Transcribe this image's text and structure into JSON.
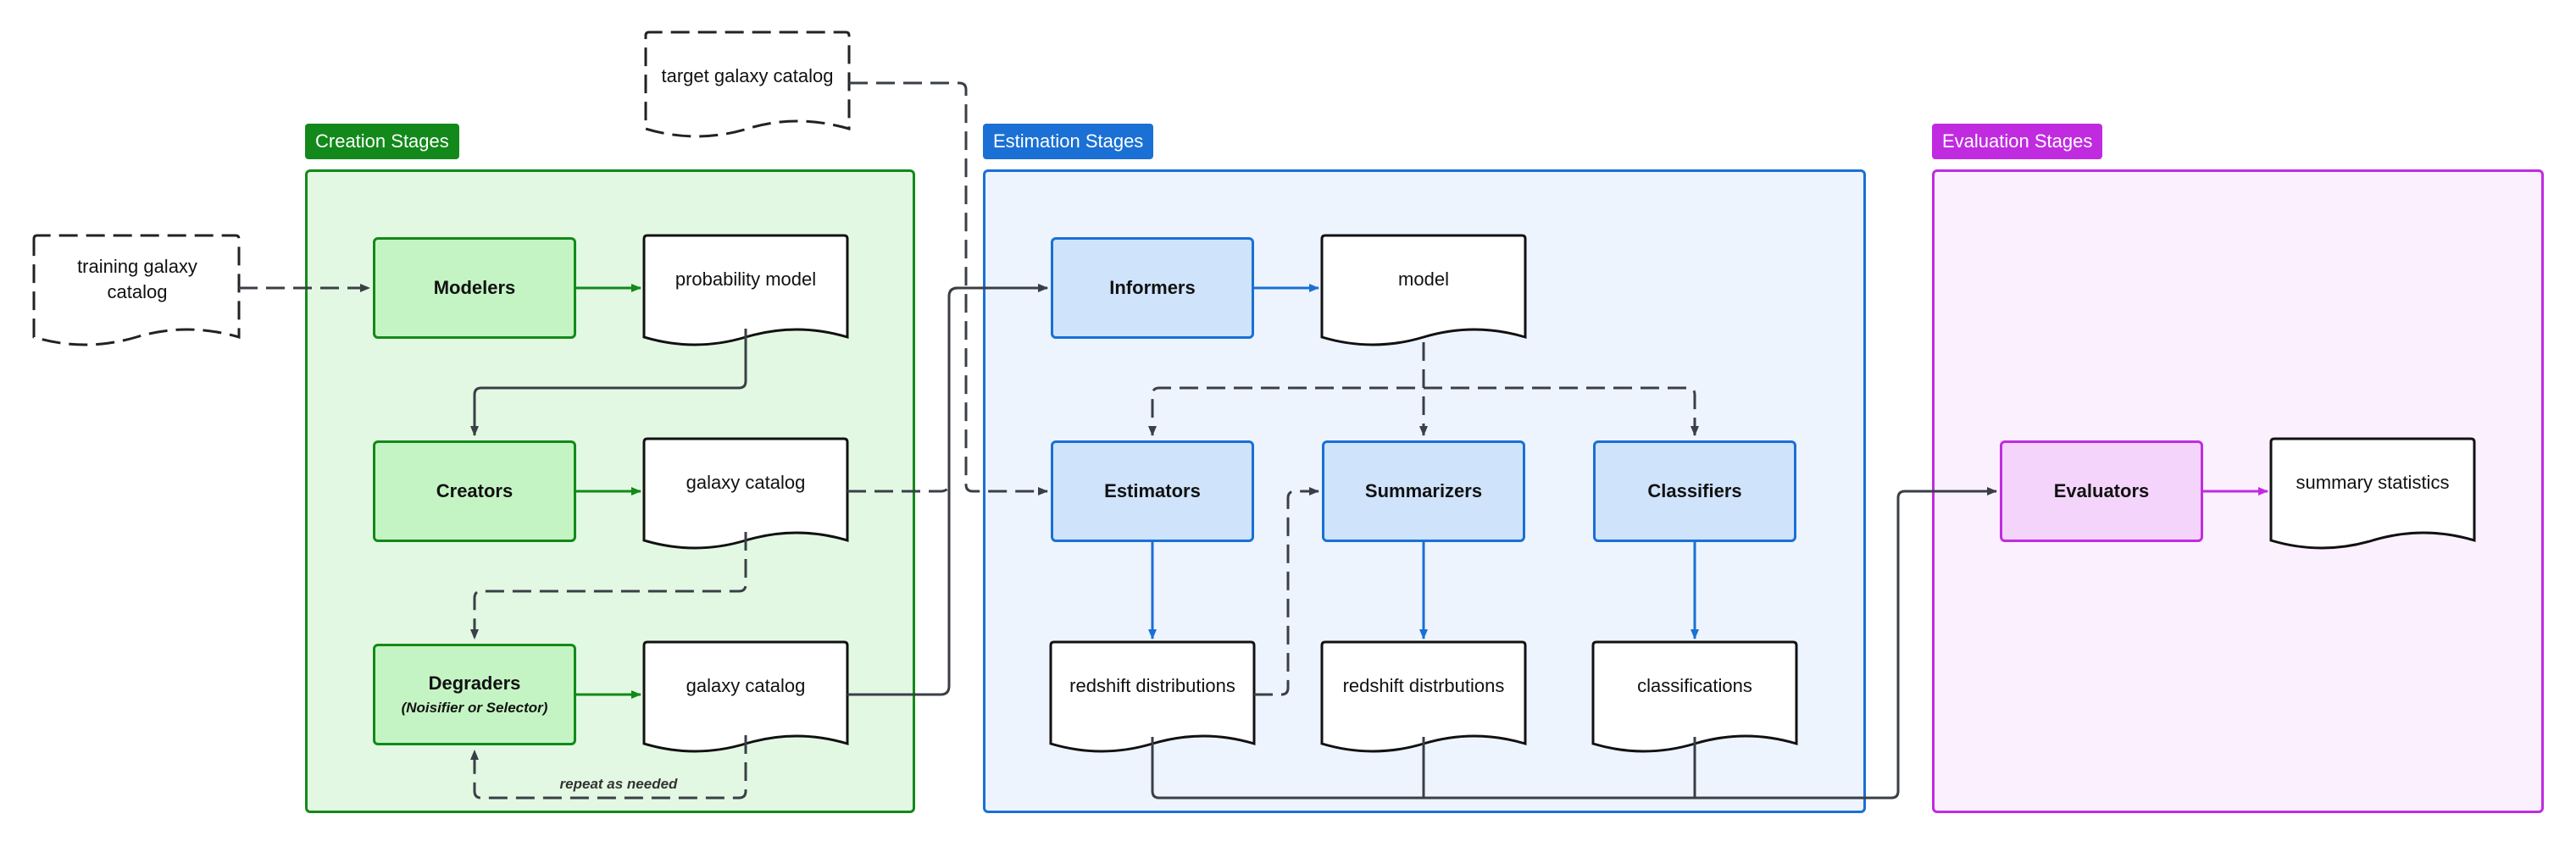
{
  "groups": {
    "creation": {
      "label": "Creation Stages",
      "color": "#12891a",
      "fill": "#e3f8e3"
    },
    "estimation": {
      "label": "Estimation Stages",
      "color": "#1a70d4",
      "fill": "#edf4fd"
    },
    "evaluation": {
      "label": "Evaluation Stages",
      "color": "#c02be0",
      "fill": "#fbf0fd"
    }
  },
  "stages": {
    "modelers": "Modelers",
    "creators": "Creators",
    "degraders": "Degraders",
    "degraders_sub": "(Noisifier or Selector)",
    "informers": "Informers",
    "estimators": "Estimators",
    "summarizers": "Summarizers",
    "classifiers": "Classifiers",
    "evaluators": "Evaluators"
  },
  "documents": {
    "training_catalog": "training galaxy catalog",
    "target_catalog": "target galaxy catalog",
    "probability_model": "probability model",
    "created_catalog": "galaxy catalog",
    "degraded_catalog": "galaxy catalog",
    "model": "model",
    "redshift_distributions": "redshift distributions",
    "redshift_distrbutions": "redshift distrbutions",
    "classifications": "classifications",
    "summary_statistics": "summary statistics"
  },
  "notes": {
    "repeat": "repeat as needed"
  }
}
